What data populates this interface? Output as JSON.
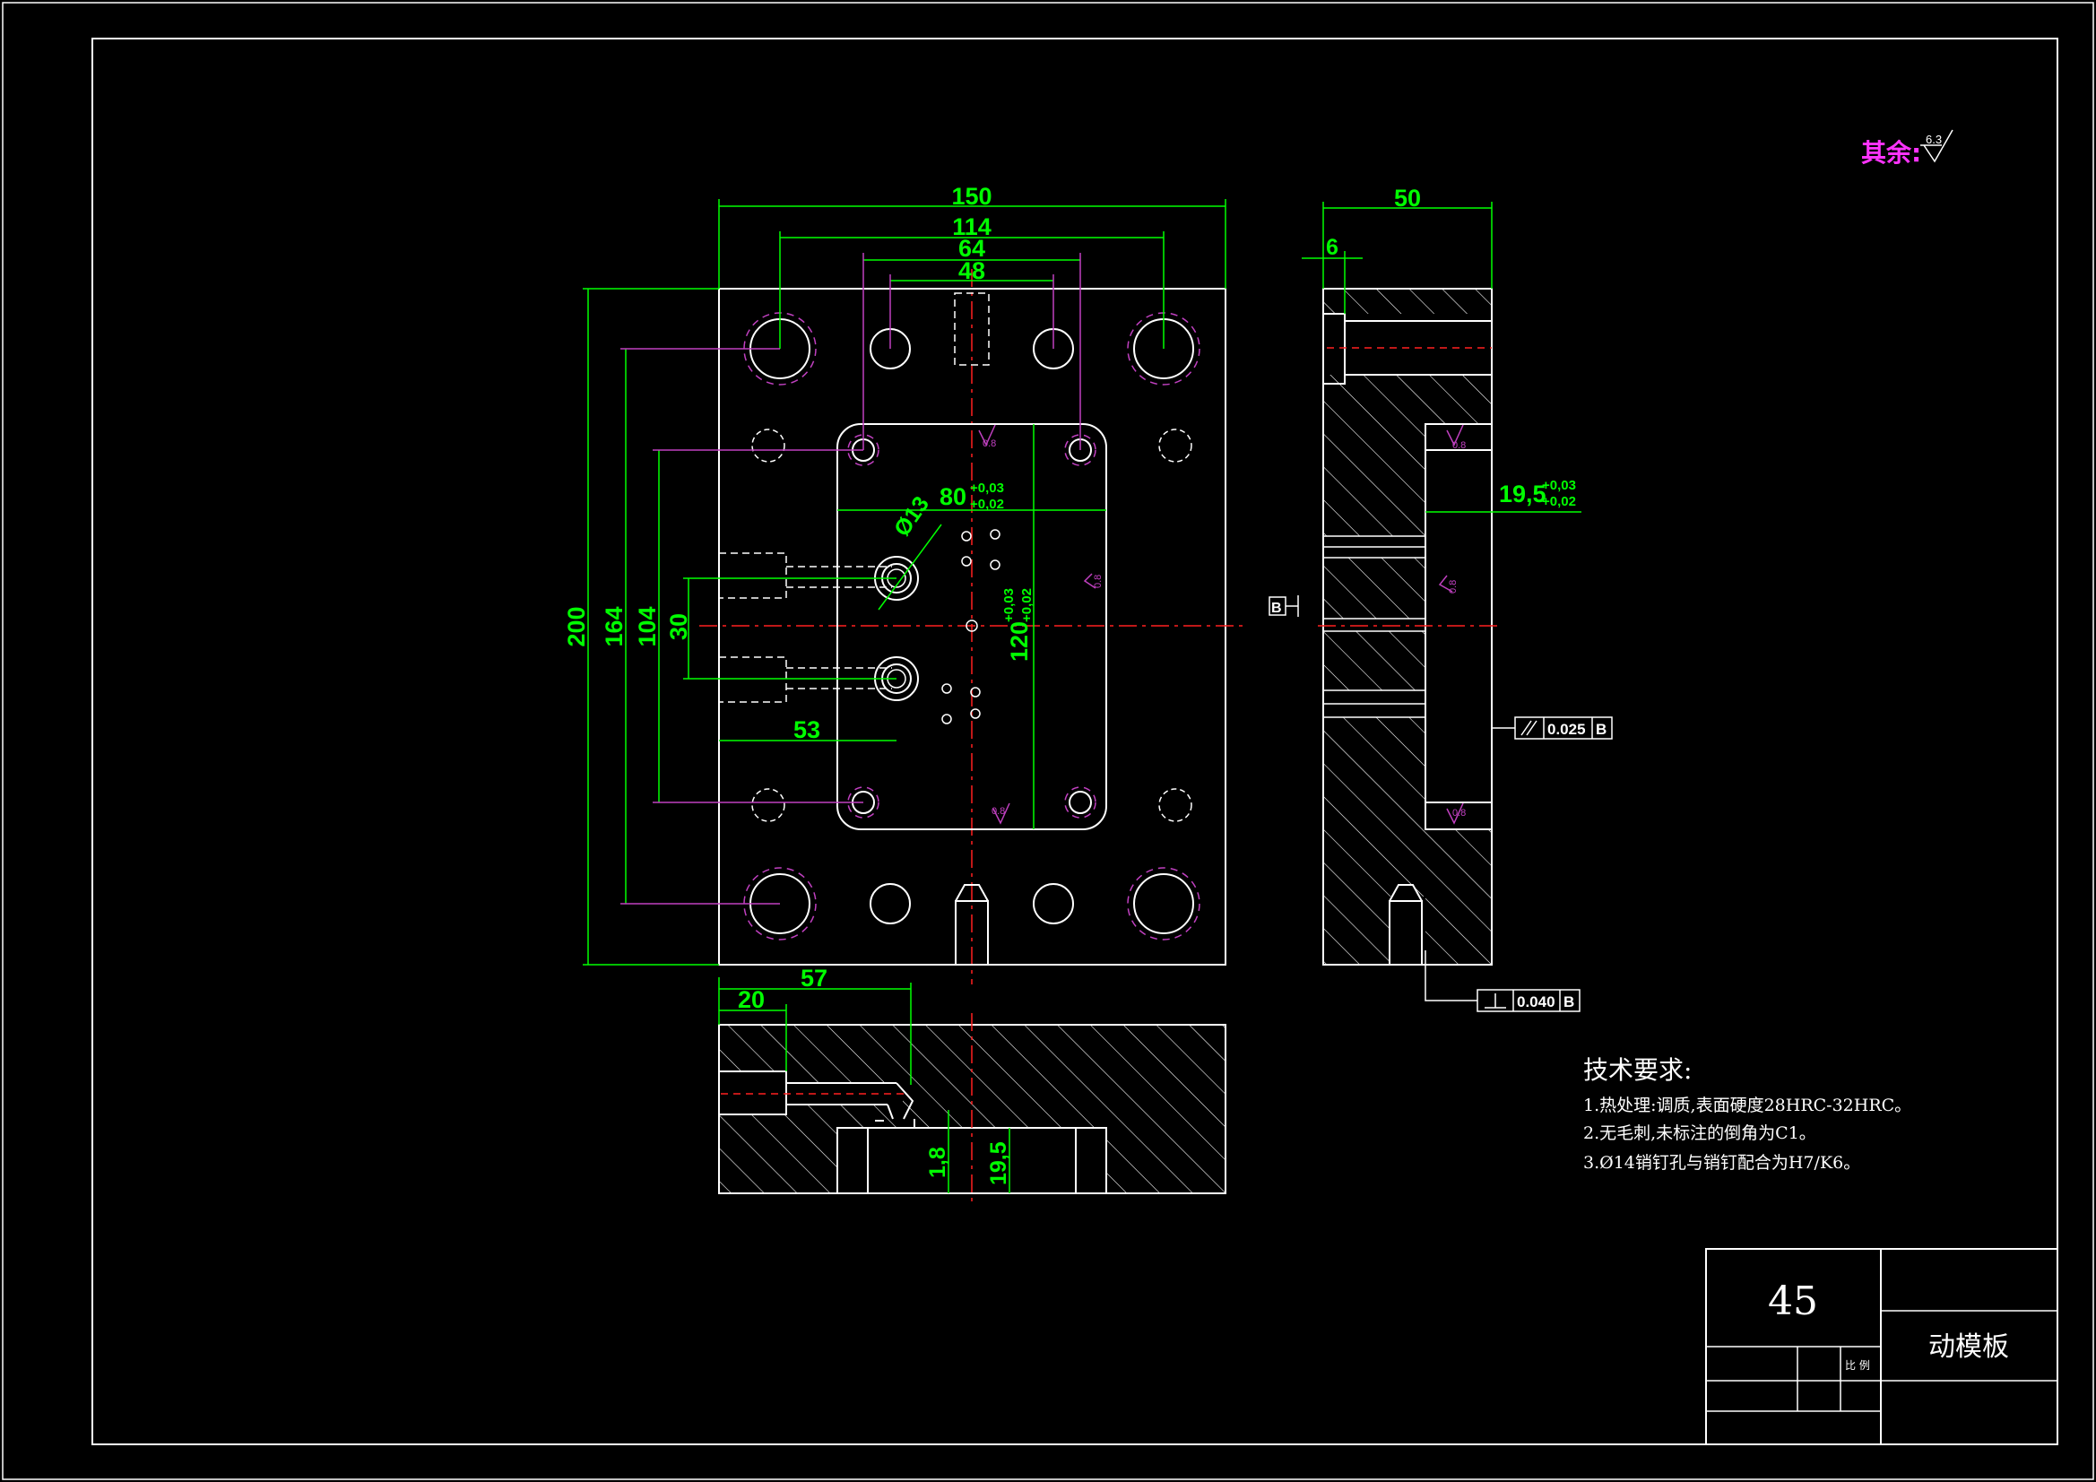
{
  "surface_note": {
    "label": "其余:",
    "value": "6.3"
  },
  "front_view": {
    "dims": {
      "width_total": "150",
      "width_114": "114",
      "width_64": "64",
      "width_48": "48",
      "height_total": "200",
      "height_164": "164",
      "height_104": "104",
      "height_30": "30",
      "pocket_width": "80",
      "pocket_width_tol_upper": "+0,03",
      "pocket_width_tol_lower": "+0,02",
      "pocket_height": "120",
      "pocket_height_tol_upper": "+0,03",
      "pocket_height_tol_lower": "+0,02",
      "hole_dia": "Ø13",
      "offset_53": "53"
    },
    "roughness": [
      "0.8",
      "0.8",
      "0.8"
    ]
  },
  "side_view": {
    "dims": {
      "thickness": "50",
      "step": "6",
      "pocket_depth": "19,5",
      "pocket_depth_tol_upper": "+0,03",
      "pocket_depth_tol_lower": "+0,02"
    },
    "datum": "B",
    "parallelism": {
      "value": "0.025",
      "datum": "B"
    },
    "perpendicularity": {
      "value": "0.040",
      "datum": "B"
    },
    "roughness": [
      "0.8",
      "0.8",
      "0.8"
    ]
  },
  "section_view": {
    "dims": {
      "d20": "20",
      "d57": "57",
      "d1_8": "1,8",
      "d19_5": "19,5"
    }
  },
  "tech_req": {
    "title": "技术要求:",
    "items": [
      "1.热处理:调质,表面硬度28HRC-32HRC。",
      "2.无毛刺,未标注的倒角为C1。",
      "3.Ø14销钉孔与销钉配合为H7/K6。"
    ]
  },
  "title_block": {
    "material": "45",
    "part_name": "动模板",
    "scale_label": "比 例"
  }
}
